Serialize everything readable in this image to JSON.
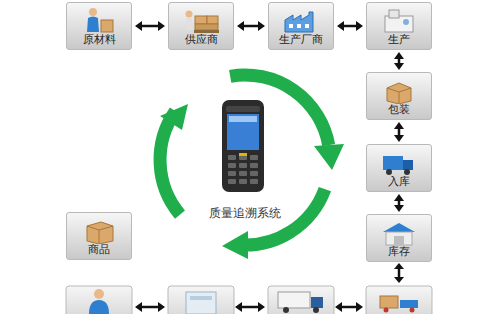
{
  "diagram": {
    "nodes": [
      {
        "text": [
          "原材料"
        ]
      },
      {
        "text": [
          "供应商"
        ]
      },
      {
        "text": [
          "生产厂商"
        ]
      },
      {
        "text": [
          "生产"
        ]
      },
      {
        "text": [
          "包装"
        ]
      },
      {
        "text": [
          "入库"
        ]
      },
      {
        "text": [
          "库存"
        ]
      },
      {
        "text": [
          "商品"
        ]
      }
    ],
    "edges": [
      {
        "from": 0,
        "to": 1,
        "arrow": "both"
      },
      {
        "from": 1,
        "to": 2,
        "arrow": "both"
      },
      {
        "from": 2,
        "to": 3,
        "arrow": "both"
      },
      {
        "from": 3,
        "to": 4,
        "arrow": "both"
      },
      {
        "from": 4,
        "to": 5,
        "arrow": "both"
      },
      {
        "from": 5,
        "to": 6,
        "arrow": "both"
      }
    ],
    "labels": [
      "质量追溯系统"
    ]
  }
}
